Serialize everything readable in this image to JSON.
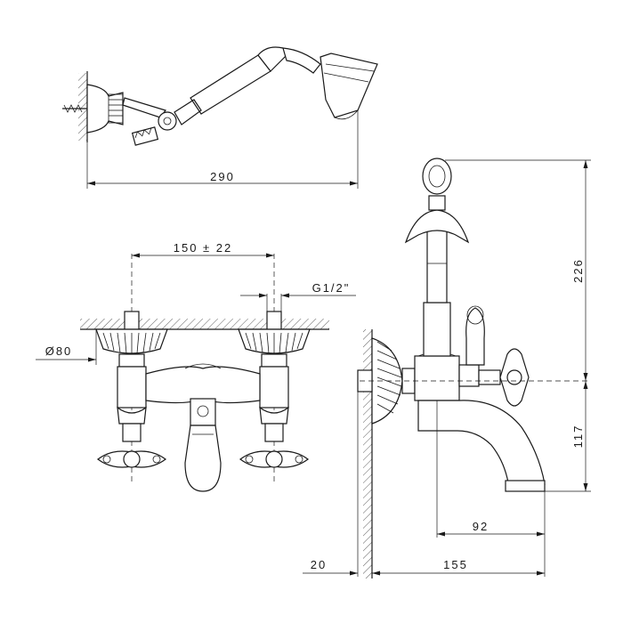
{
  "dimensions": {
    "handshower_length": "290",
    "center_distance": "150 ± 22",
    "thread": "G1/2\"",
    "escutcheon_diameter": "Ø80",
    "total_height": "226",
    "spout_height": "117",
    "spout_reach": "92",
    "wall_offset": "20",
    "total_projection": "155"
  }
}
